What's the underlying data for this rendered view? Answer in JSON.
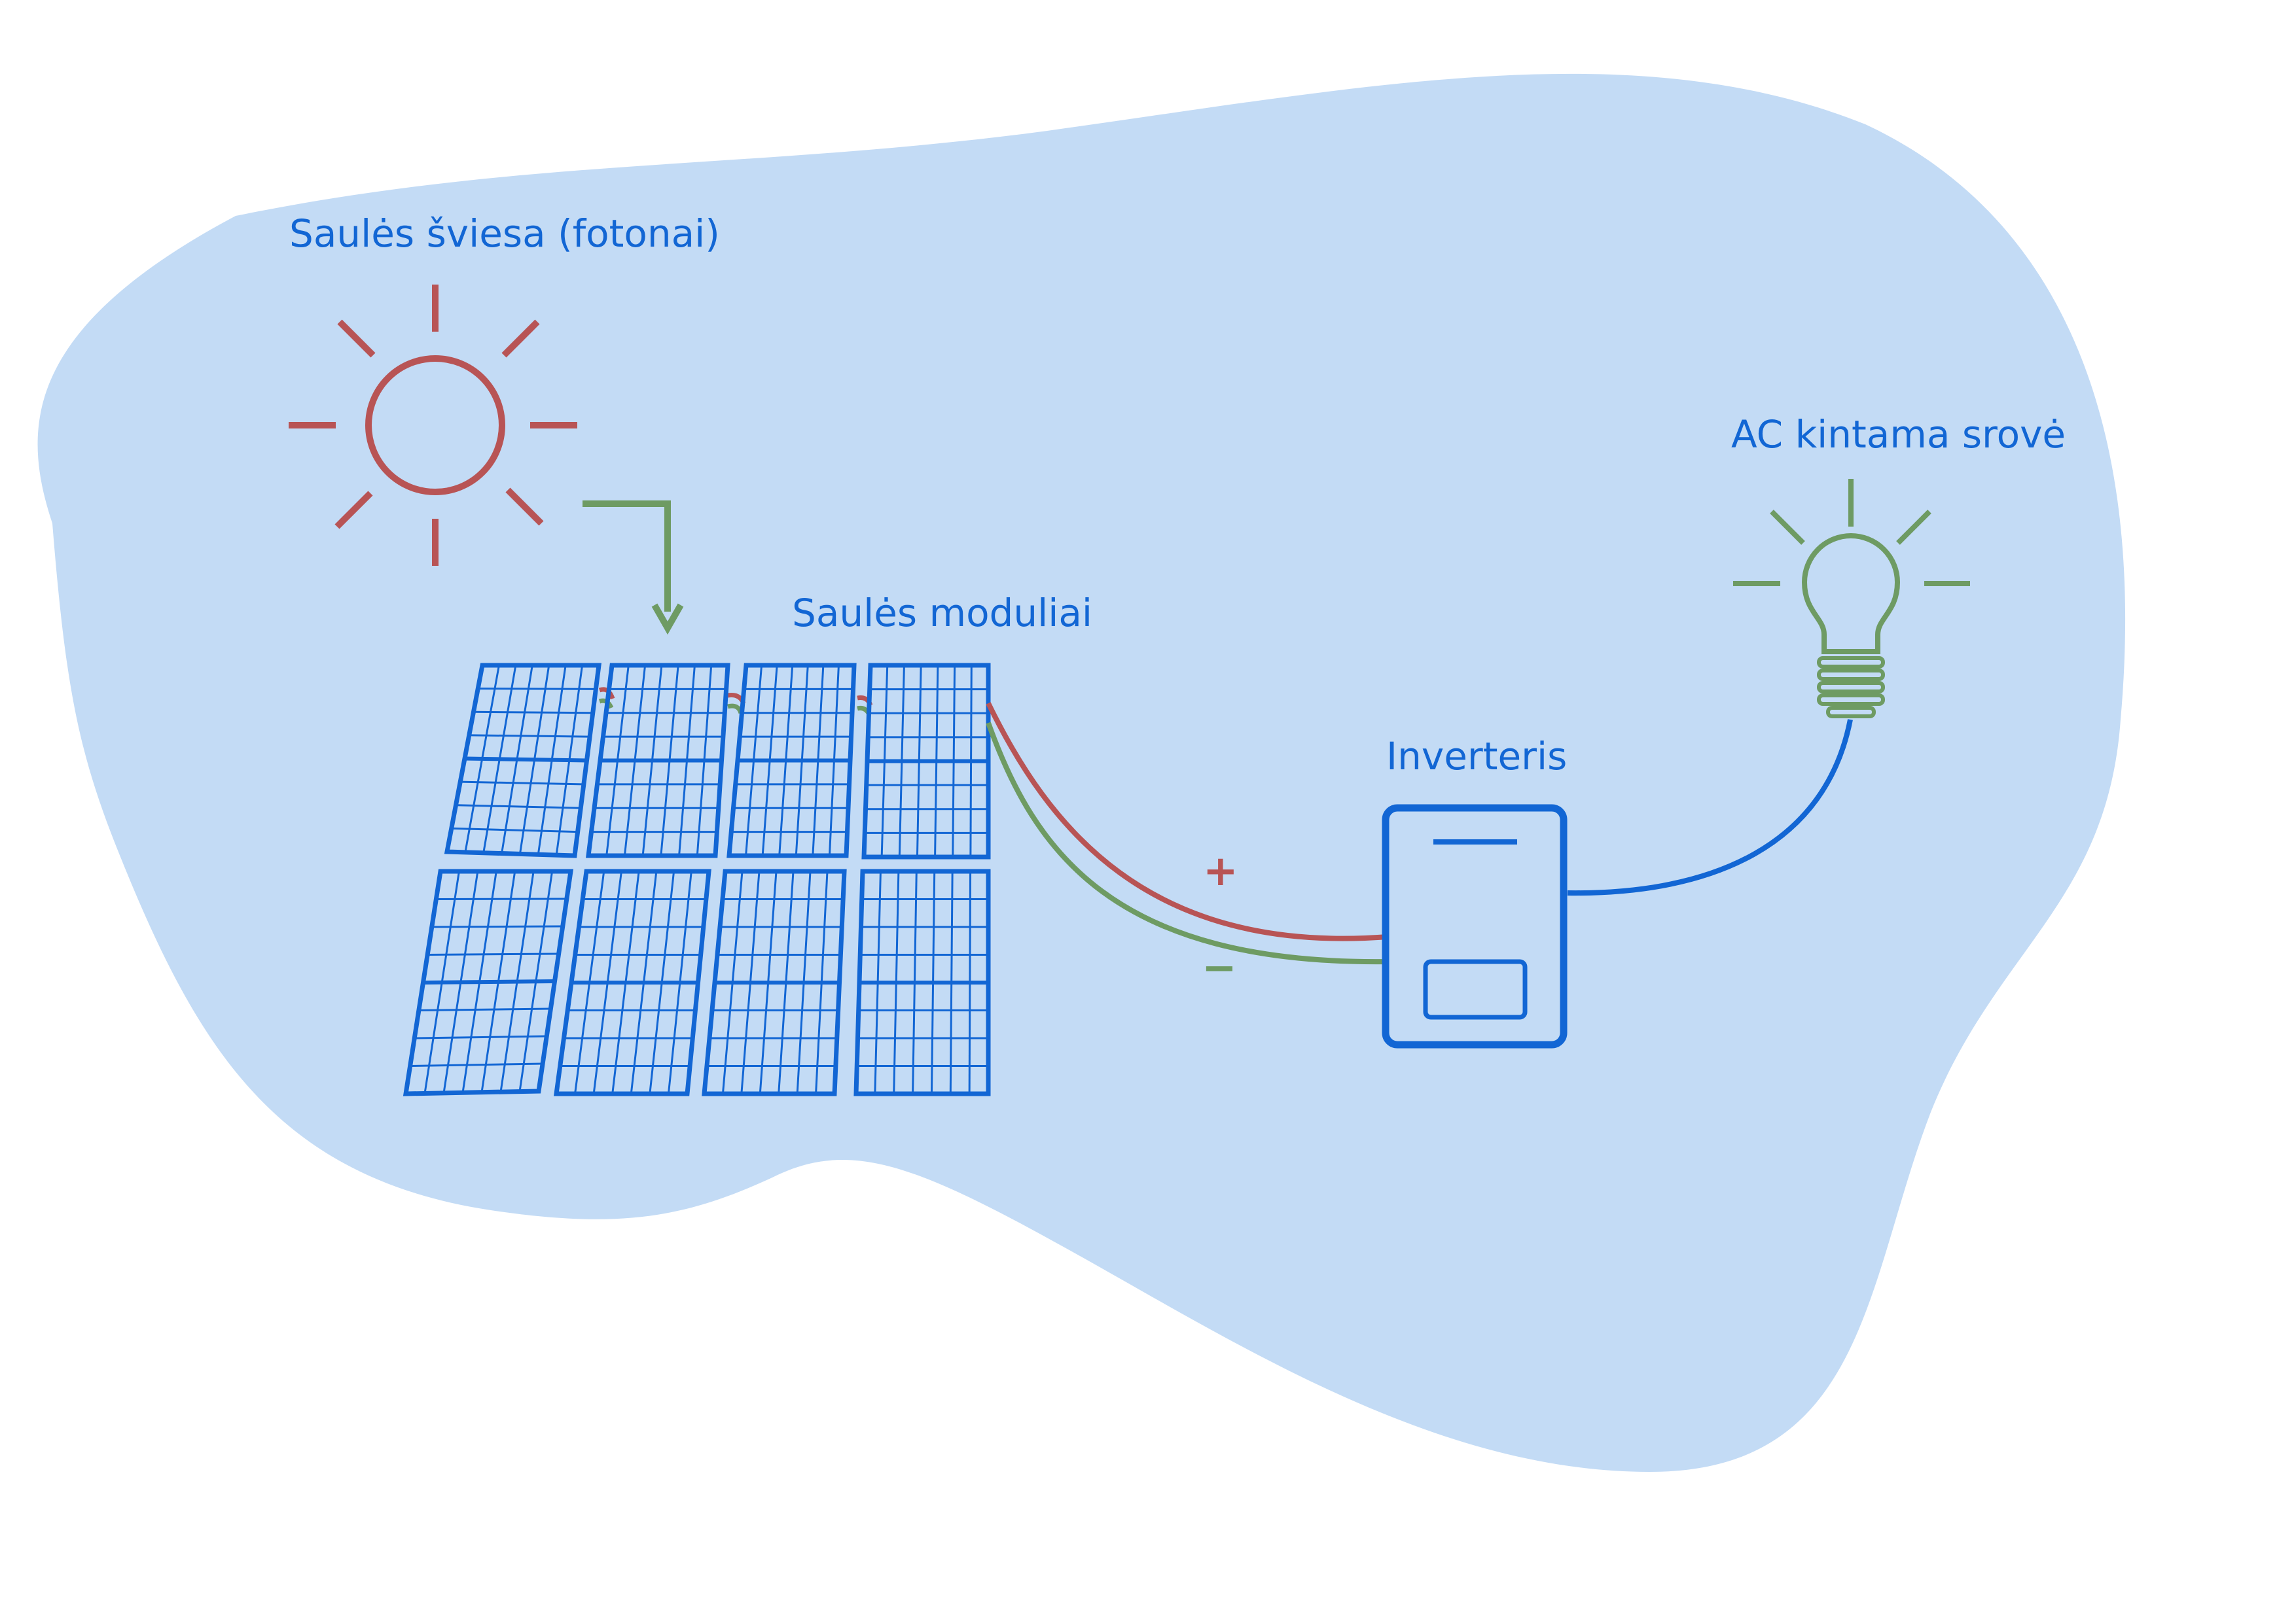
{
  "labels": {
    "sunlight": "Saulės šviesa (fotonai)",
    "modules": "Saulės moduliai",
    "inverter": "Inverteris",
    "ac": "AC kintama srovė",
    "plus": "+",
    "minus": "−"
  },
  "colors": {
    "background_blob": "#c3dbf5",
    "blue": "#1266d4",
    "red": "#b85455",
    "green": "#6e9b63",
    "positive_wire": "#b85455",
    "negative_wire": "#6e9b63"
  },
  "icons": {
    "sun": "sun-icon",
    "arrow": "arrow-down-icon",
    "panels": "solar-panel-icon",
    "inverter": "inverter-icon",
    "bulb": "light-bulb-icon"
  }
}
